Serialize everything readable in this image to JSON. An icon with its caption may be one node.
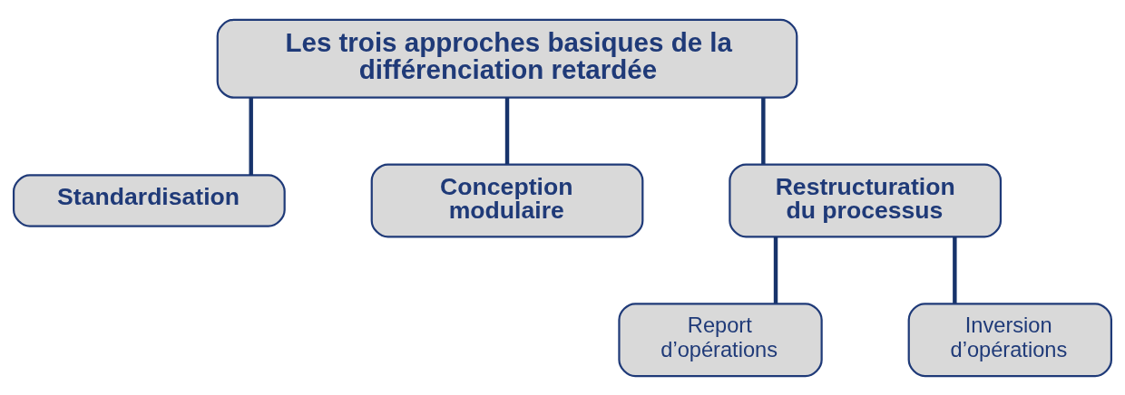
{
  "diagram": {
    "nodes": [
      {
        "text": [
          "Les trois approches basiques de la différenciation retardée"
        ]
      },
      {
        "text": [
          "Standardisation"
        ]
      },
      {
        "text": [
          "Conception modulaire"
        ]
      },
      {
        "text": [
          "Restructuration du processus"
        ]
      },
      {
        "text": [
          "Report d’opérations"
        ]
      },
      {
        "text": [
          "Inversion d’opérations"
        ]
      }
    ],
    "edges": [
      {
        "from": 0,
        "to": 1,
        "arrow": "none"
      },
      {
        "from": 0,
        "to": 2,
        "arrow": "none"
      },
      {
        "from": 0,
        "to": 3,
        "arrow": "none"
      },
      {
        "from": 3,
        "to": 4,
        "arrow": "none"
      },
      {
        "from": 3,
        "to": 5,
        "arrow": "none"
      }
    ]
  }
}
